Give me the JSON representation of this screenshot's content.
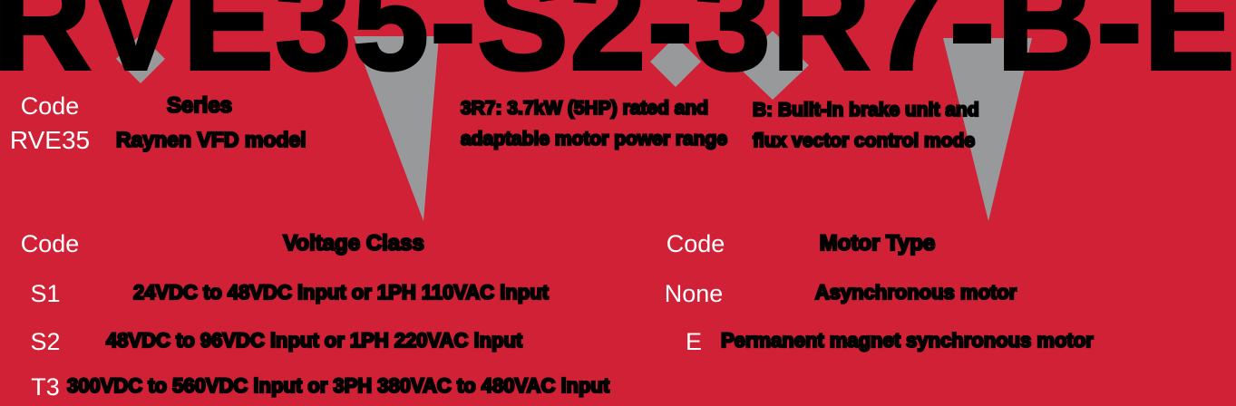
{
  "colors": {
    "background": "#d02136",
    "arrow": "#98999b",
    "text_light": "#ffffff",
    "text_dark": "#000000"
  },
  "model_number": "RVE35-S2-3R7-B-E",
  "series_table": {
    "code_header": "Code",
    "type_header": "Series",
    "rows": [
      {
        "code": "RVE35",
        "description": "Raynen VFD model"
      }
    ]
  },
  "power_note": {
    "line1": "3R7: 3.7kW (5HP) rated and",
    "line2": "adaptable motor power range"
  },
  "feature_note": {
    "line1": "B: Built-in brake unit and",
    "line2": "flux vector control mode"
  },
  "voltage_table": {
    "code_header": "Code",
    "type_header": "Voltage Class",
    "rows": [
      {
        "code": "S1",
        "description": "24VDC to 48VDC input or 1PH 110VAC input"
      },
      {
        "code": "S2",
        "description": "48VDC to 96VDC input or 1PH 220VAC input"
      },
      {
        "code": "T3",
        "description": "300VDC to 560VDC input or 3PH 380VAC to 480VAC input"
      }
    ]
  },
  "motor_table": {
    "code_header": "Code",
    "type_header": "Motor Type",
    "rows": [
      {
        "code": "None",
        "description": "Asynchronous motor"
      },
      {
        "code": "E",
        "description": "Permanent magnet synchronous motor"
      }
    ]
  }
}
